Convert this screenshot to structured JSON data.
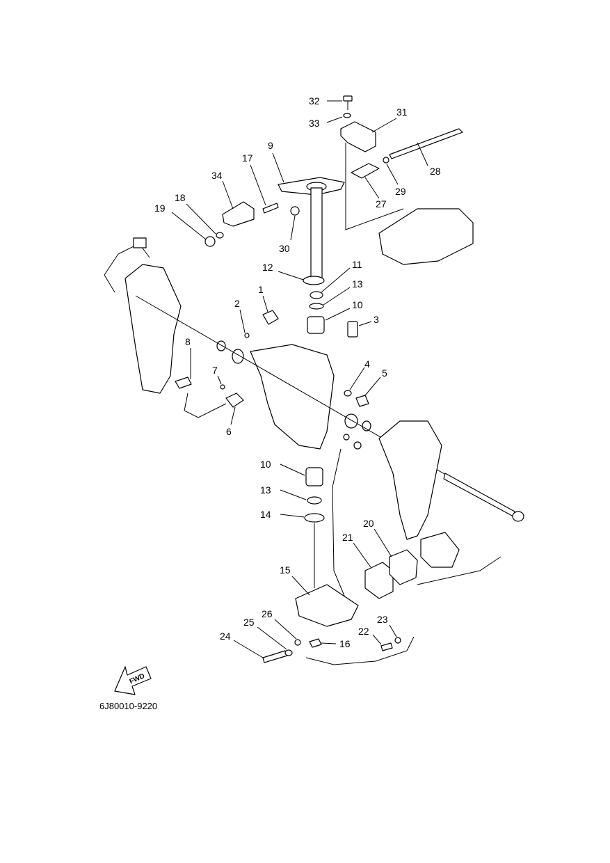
{
  "diagram": {
    "callouts": [
      {
        "id": "c32",
        "label": "32"
      },
      {
        "id": "c33",
        "label": "33"
      },
      {
        "id": "c31",
        "label": "31"
      },
      {
        "id": "c28",
        "label": "28"
      },
      {
        "id": "c29",
        "label": "29"
      },
      {
        "id": "c27",
        "label": "27"
      },
      {
        "id": "c9",
        "label": "9"
      },
      {
        "id": "c17",
        "label": "17"
      },
      {
        "id": "c34",
        "label": "34"
      },
      {
        "id": "c18",
        "label": "18"
      },
      {
        "id": "c19",
        "label": "19"
      },
      {
        "id": "c30",
        "label": "30"
      },
      {
        "id": "c12",
        "label": "12"
      },
      {
        "id": "c11",
        "label": "11"
      },
      {
        "id": "c13a",
        "label": "13"
      },
      {
        "id": "c10a",
        "label": "10"
      },
      {
        "id": "c3",
        "label": "3"
      },
      {
        "id": "c1",
        "label": "1"
      },
      {
        "id": "c2",
        "label": "2"
      },
      {
        "id": "c8",
        "label": "8"
      },
      {
        "id": "c7",
        "label": "7"
      },
      {
        "id": "c6",
        "label": "6"
      },
      {
        "id": "c4",
        "label": "4"
      },
      {
        "id": "c5",
        "label": "5"
      },
      {
        "id": "c10b",
        "label": "10"
      },
      {
        "id": "c13b",
        "label": "13"
      },
      {
        "id": "c14",
        "label": "14"
      },
      {
        "id": "c20",
        "label": "20"
      },
      {
        "id": "c21",
        "label": "21"
      },
      {
        "id": "c15",
        "label": "15"
      },
      {
        "id": "c26",
        "label": "26"
      },
      {
        "id": "c25",
        "label": "25"
      },
      {
        "id": "c23",
        "label": "23"
      },
      {
        "id": "c22",
        "label": "22"
      },
      {
        "id": "c24",
        "label": "24"
      },
      {
        "id": "c16",
        "label": "16"
      }
    ],
    "fwd_label": "FWD",
    "figure_code": "6J80010-9220"
  }
}
